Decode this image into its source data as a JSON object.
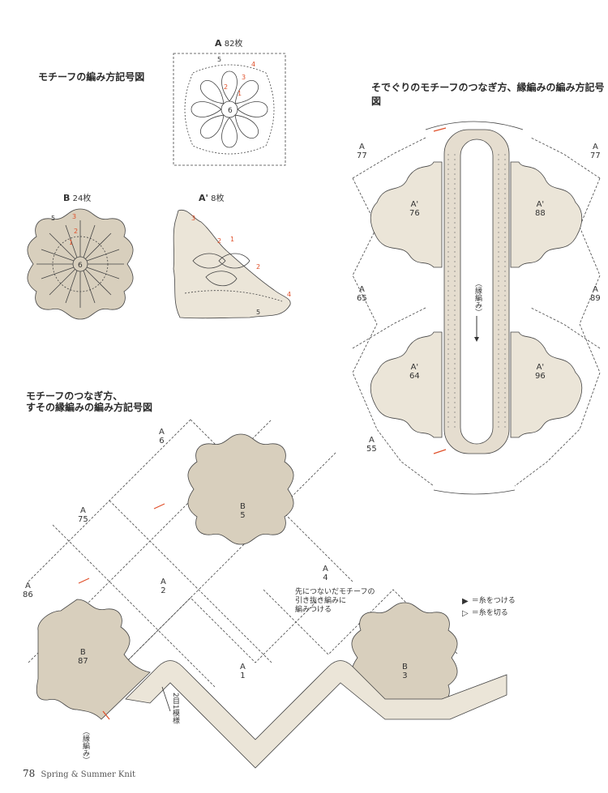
{
  "titles": {
    "motif_chart": "モチーフの編み方記号図",
    "sleeve_chart": "そでぐりのモチーフのつなぎ方、縁編みの編み方記号図",
    "joining_chart_line1": "モチーフのつなぎ方、",
    "joining_chart_line2": "すその縁編みの編み方記号図"
  },
  "motifs": {
    "A": {
      "letter": "A",
      "count": "82枚"
    },
    "B": {
      "letter": "B",
      "count": "24枚"
    },
    "A_prime": {
      "letter": "A'",
      "count": "8枚"
    }
  },
  "round_numbers": [
    "1",
    "2",
    "3",
    "4",
    "5",
    "6"
  ],
  "sleeve": {
    "border_label": "（縁編み）",
    "left_labels": [
      {
        "letter": "A",
        "num": "77"
      },
      {
        "letter": "A",
        "num": "65"
      },
      {
        "letter": "A",
        "num": "55"
      }
    ],
    "right_labels": [
      {
        "letter": "A",
        "num": "77"
      },
      {
        "letter": "A",
        "num": "89"
      }
    ],
    "inner_labels": [
      {
        "letter": "A'",
        "num": "76"
      },
      {
        "letter": "A'",
        "num": "88"
      },
      {
        "letter": "A'",
        "num": "64"
      },
      {
        "letter": "A'",
        "num": "96"
      }
    ]
  },
  "joining": {
    "labels_A": [
      {
        "letter": "A",
        "num": "6"
      },
      {
        "letter": "A",
        "num": "75"
      },
      {
        "letter": "A",
        "num": "86"
      },
      {
        "letter": "A",
        "num": "2"
      },
      {
        "letter": "A",
        "num": "4"
      },
      {
        "letter": "A",
        "num": "1"
      }
    ],
    "labels_B": [
      {
        "letter": "B",
        "num": "5"
      },
      {
        "letter": "B",
        "num": "87"
      },
      {
        "letter": "B",
        "num": "3"
      }
    ],
    "note": [
      "先につないだモチーフの",
      "引き抜き編みに",
      "編みつける"
    ],
    "border_label": "（縁編み）",
    "repeat_label": "2目1模様"
  },
  "legend": {
    "attach": "＝糸をつける",
    "cut": "＝糸を切る"
  },
  "footer": {
    "page": "78",
    "title": "Spring & Summer Knit"
  },
  "colors": {
    "fill": "#d8cfbd",
    "fill_light": "#ebe5d8",
    "line": "#444444",
    "accent": "#e0502a"
  }
}
